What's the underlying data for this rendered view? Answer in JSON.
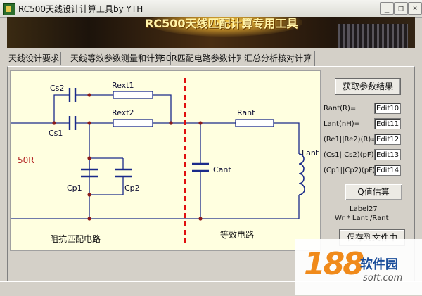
{
  "window": {
    "title": "RC500天线设计计算工具by YTH",
    "minimize": "_",
    "maximize": "□",
    "close": "×"
  },
  "banner": {
    "text": "RC500天线匹配计算专用工具"
  },
  "tabs": [
    {
      "label": "天线设计要求"
    },
    {
      "label": "天线等效参数测量和计算"
    },
    {
      "label": "50R匹配电路参数计算"
    },
    {
      "label": "汇总分析核对计算",
      "active": true
    }
  ],
  "circuit": {
    "labels": {
      "cs2": "Cs2",
      "cs1": "Cs1",
      "rext1": "Rext1",
      "rext2": "Rext2",
      "rant": "Rant",
      "lant": "Lant",
      "cant": "Cant",
      "cp1": "Cp1",
      "cp2": "Cp2",
      "r50": "50R"
    },
    "captions": {
      "left": "阻抗匹配电路",
      "right": "等效电路"
    },
    "colors": {
      "wire": "#1a2a8a",
      "divider": "#e01010",
      "component_fill": "#ffffff"
    }
  },
  "side": {
    "get_button": "获取参数结果",
    "fields": [
      {
        "label": "Rant(R)=",
        "value": "Edit10"
      },
      {
        "label": "Lant(nH)=",
        "value": "Edit11"
      },
      {
        "label": "(Re1||Re2)(R)=",
        "value": "Edit12"
      },
      {
        "label": "(Cs1||Cs2)(pF)=",
        "value": "Edit13"
      },
      {
        "label": "(Cp1||Cp2)(pF)=",
        "value": "Edit14"
      }
    ],
    "q_button": "Q值估算",
    "label27": "Label27",
    "formula": "Wr * Lant /Rant",
    "save_button": "保存到文件中"
  },
  "watermark": {
    "number": "188",
    "name": "软件园",
    "site": "soft.com"
  }
}
